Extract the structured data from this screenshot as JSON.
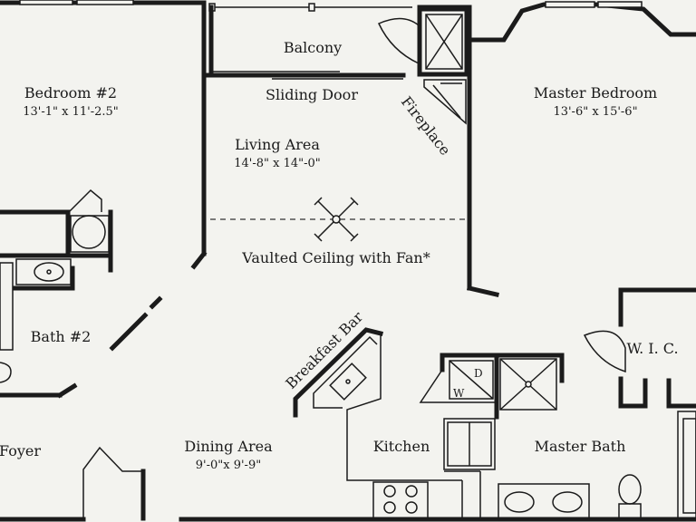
{
  "rooms": {
    "bedroom2": {
      "name": "Bedroom #2",
      "dims": "13'-1\" x 11'-2.5\""
    },
    "balcony": {
      "name": "Balcony"
    },
    "sliding_door": {
      "name": "Sliding Door"
    },
    "living": {
      "name": "Living Area",
      "dims": "14'-8\" x 14\"-0\""
    },
    "fireplace": {
      "name": "Fireplace"
    },
    "master_bedroom": {
      "name": "Master Bedroom",
      "dims": "13'-6\" x 15'-6\""
    },
    "vaulted": {
      "name": "Vaulted Ceiling with Fan*"
    },
    "bath2": {
      "name": "Bath #2"
    },
    "breakfast_bar": {
      "name": "Breakfast Bar"
    },
    "wic": {
      "name": "W. I. C."
    },
    "washer_dryer": {
      "dryer": "D",
      "washer": "W"
    },
    "foyer": {
      "name": "Foyer"
    },
    "dining": {
      "name": "Dining Area",
      "dims": "9'-0\"x 9'-9\""
    },
    "kitchen": {
      "name": "Kitchen"
    },
    "master_bath": {
      "name": "Master Bath"
    }
  }
}
